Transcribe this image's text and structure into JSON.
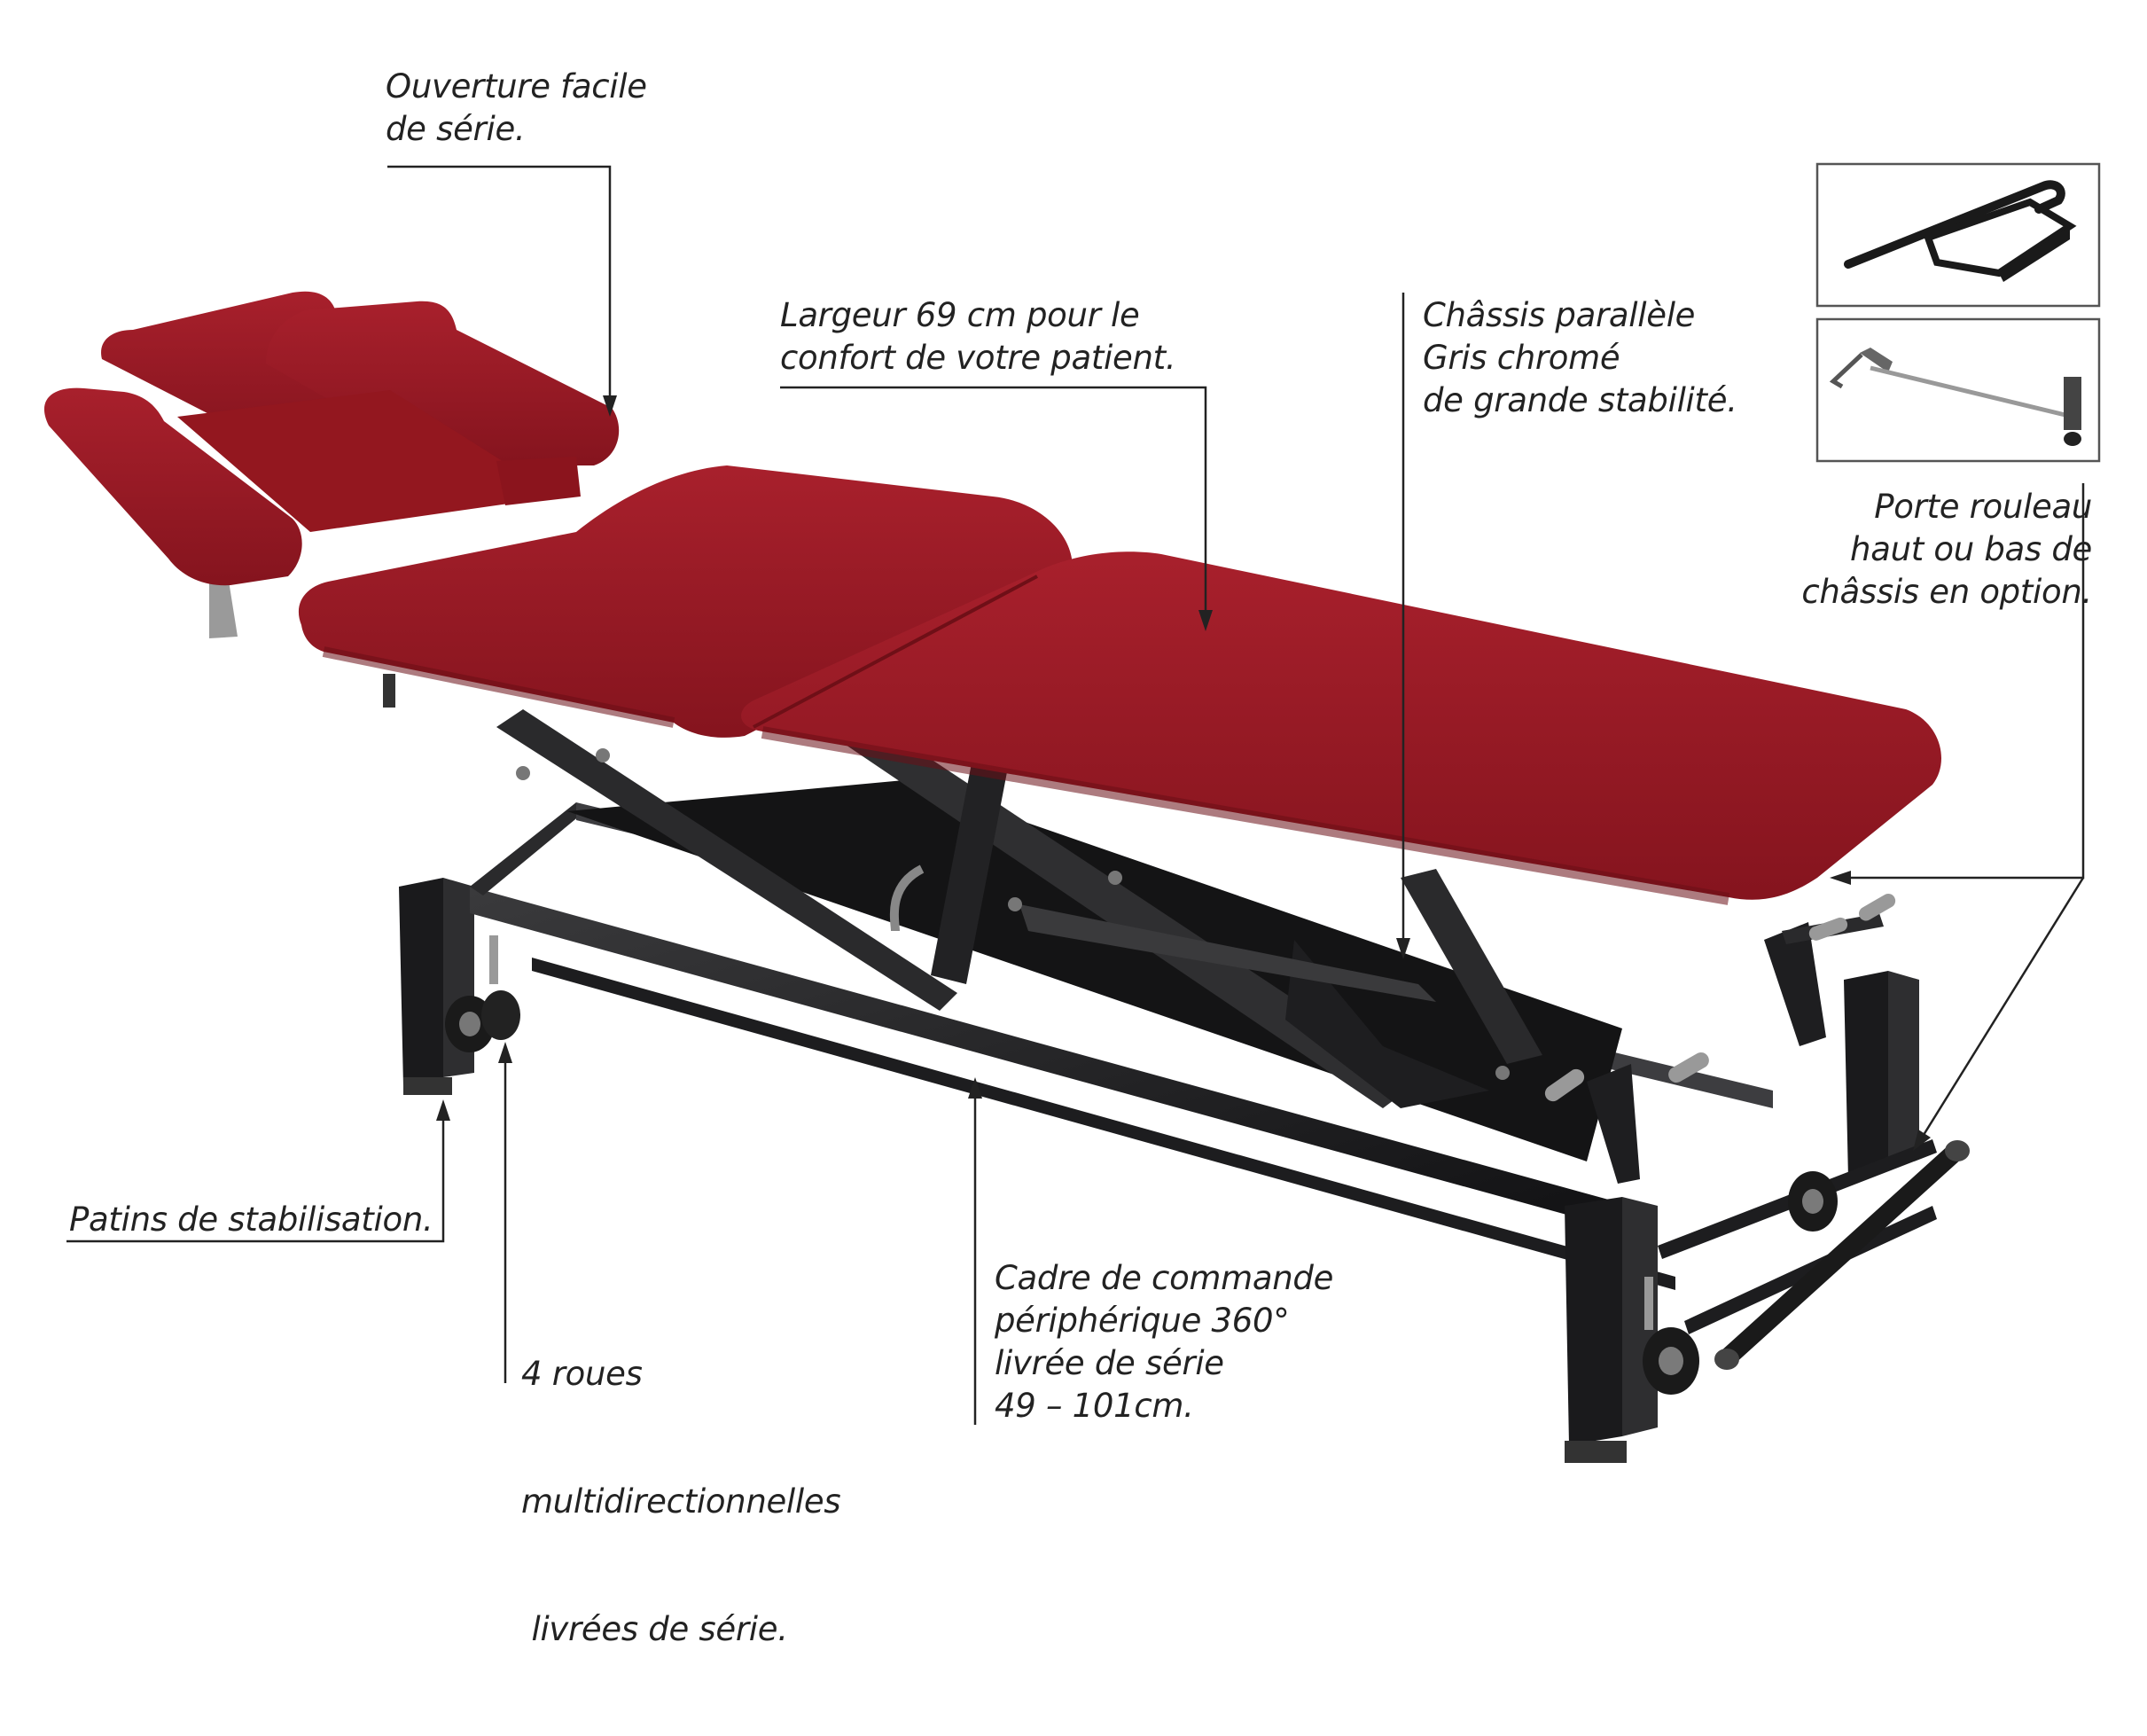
{
  "colors": {
    "upholstery": "#8e1620",
    "upholstery_light": "#a51d29",
    "frame": "#1c1c1e",
    "chrome": "#9a9a9a",
    "leader_line": "#222222"
  },
  "labels": {
    "ouverture": [
      "Ouverture facile",
      "de série."
    ],
    "largeur": [
      "Largeur 69 cm pour le",
      "confort de votre patient."
    ],
    "chassis": [
      "Châssis parallèle",
      "Gris chromé",
      "de grande stabilité."
    ],
    "porte_rouleau": [
      "Porte rouleau",
      "haut ou bas de",
      "châssis en option."
    ],
    "patins": [
      "Patins de stabilisation."
    ],
    "roues": [
      "4 roues",
      "multidirectionnelles",
      " livrées de série."
    ],
    "cadre": [
      "Cadre de commande",
      "périphérique 360°",
      "livrée de série",
      "49 – 101cm."
    ]
  },
  "icons": {
    "table": "treatment-table-illustration",
    "roller_top": "roller-holder-top-option-icon",
    "roller_bottom": "roller-holder-bottom-option-icon"
  }
}
